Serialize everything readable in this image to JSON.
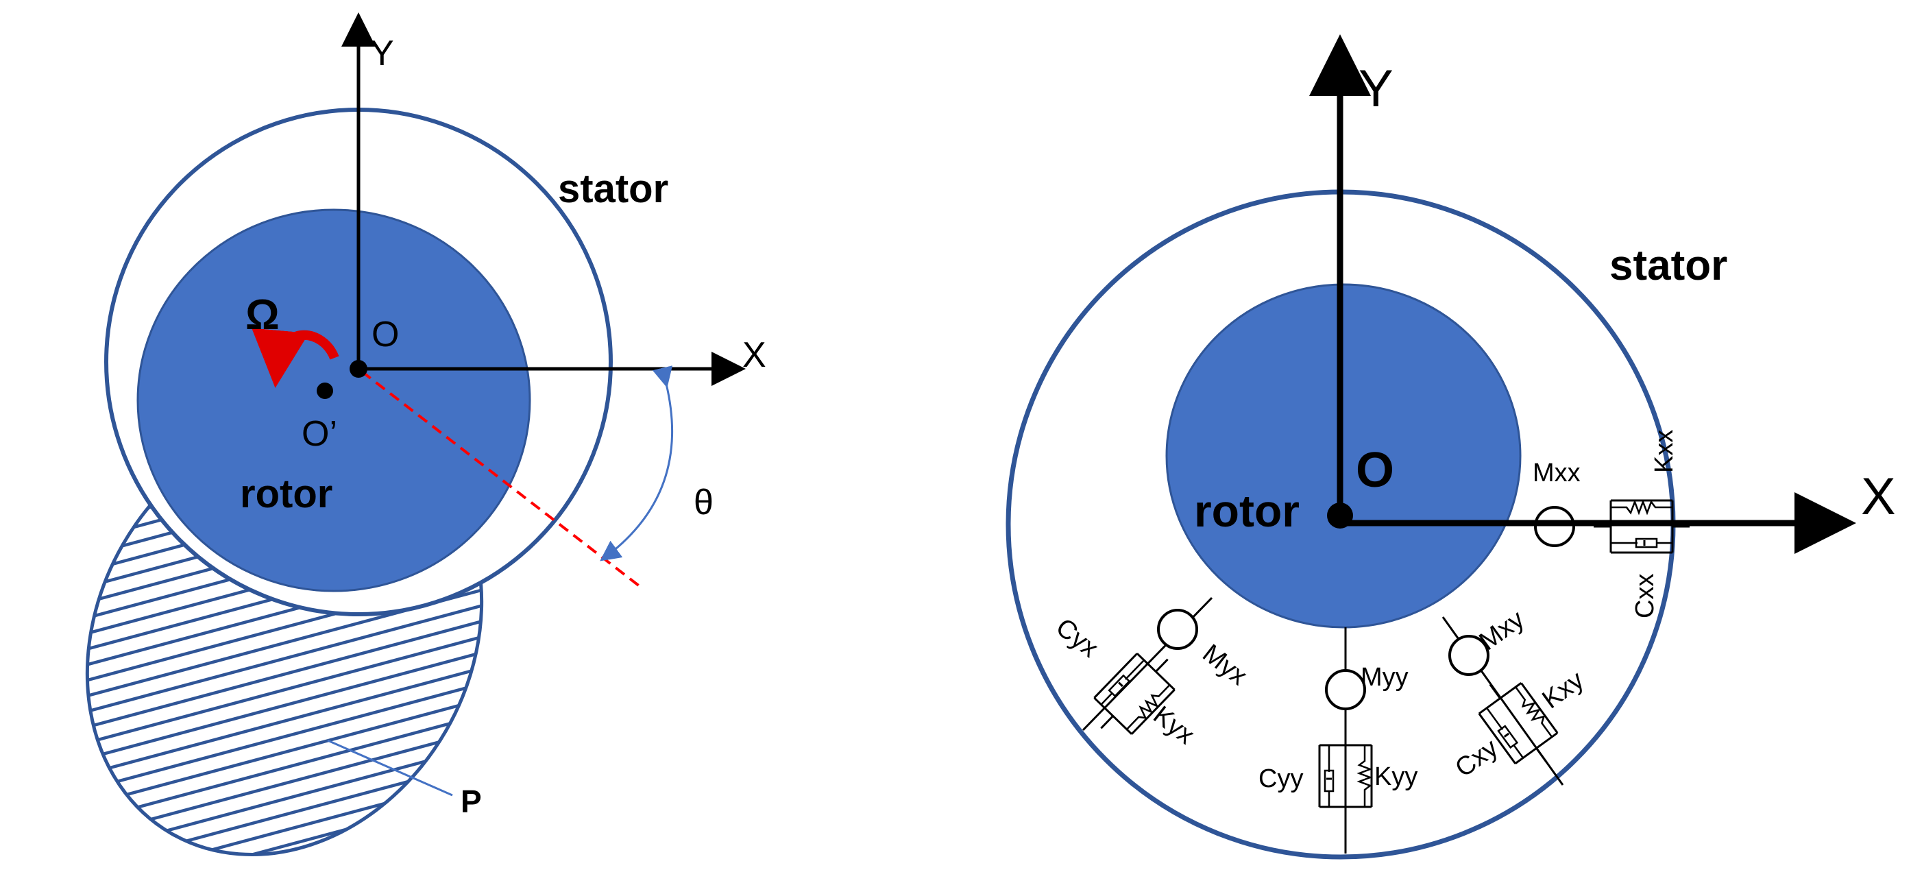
{
  "left_diagram": {
    "axis_y": "Y",
    "axis_x": "X",
    "stator": "stator",
    "rotor": "rotor",
    "origin": "O",
    "rotor_center": "O’",
    "omega": "Ω",
    "theta": "θ",
    "pressure": "P"
  },
  "right_diagram": {
    "axis_y": "Y",
    "axis_x": "X",
    "stator": "stator",
    "rotor": "rotor",
    "origin": "O",
    "xx": {
      "mass": "Mxx",
      "spring": "Kxx",
      "damper": "Cxx"
    },
    "yx": {
      "mass": "Myx",
      "spring": "Kyx",
      "damper": "Cyx"
    },
    "yy": {
      "mass": "Myy",
      "spring": "Kyy",
      "damper": "Cyy"
    },
    "xy": {
      "mass": "Mxy",
      "spring": "Kxy",
      "damper": "Cxy"
    }
  },
  "colors": {
    "rotor_fill": "#4472C4",
    "stator_stroke": "#2F5597",
    "hatch": "#2F5597",
    "omega_arrow": "#E00000",
    "theta_line": "#FF0000",
    "angle_arc": "#4472C4"
  }
}
